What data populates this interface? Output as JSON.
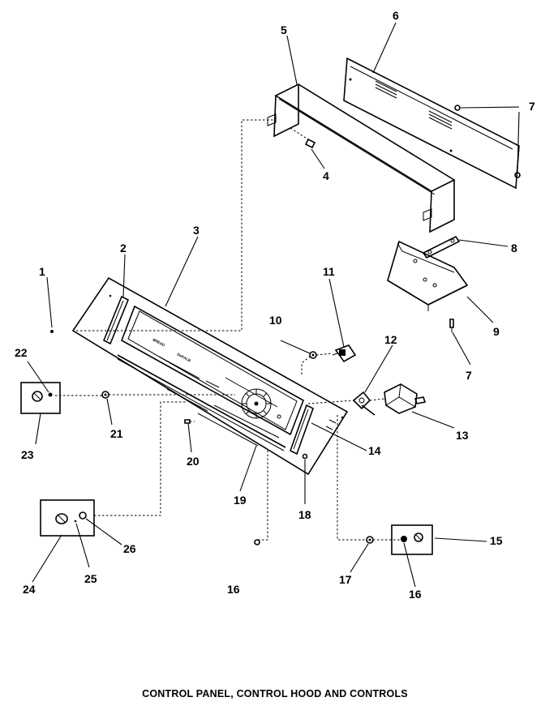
{
  "caption": "CONTROL PANEL, CONTROL HOOD AND CONTROLS",
  "callouts": {
    "c1": "1",
    "c2": "2",
    "c3": "3",
    "c4": "4",
    "c5": "5",
    "c6": "6",
    "c7a": "7",
    "c7b": "7",
    "c8": "8",
    "c9": "9",
    "c10": "10",
    "c11": "11",
    "c12": "12",
    "c13": "13",
    "c14": "14",
    "c15": "15",
    "c16a": "16",
    "c16b": "16",
    "c17": "17",
    "c18": "18",
    "c19": "19",
    "c20": "20",
    "c21": "21",
    "c22": "22",
    "c23": "23",
    "c24": "24",
    "c25": "25",
    "c26": "26"
  },
  "colors": {
    "ink": "#000000",
    "paper": "#ffffff"
  }
}
